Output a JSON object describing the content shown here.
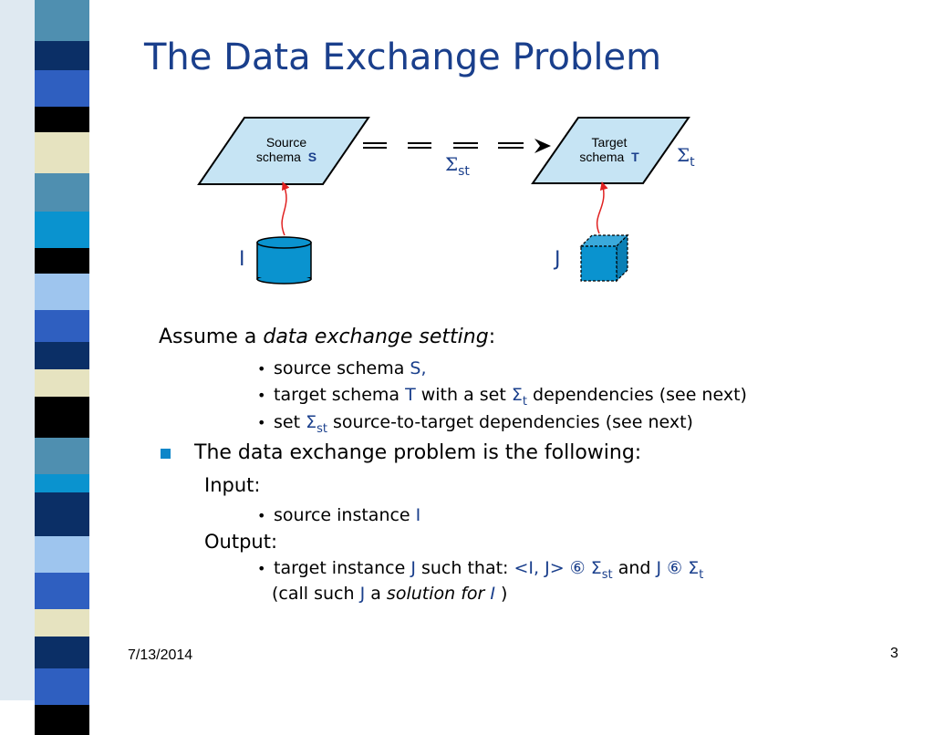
{
  "slide": {
    "title": "The Data Exchange Problem",
    "date": "7/13/2014",
    "page_number": "3"
  },
  "diagram": {
    "source_line1": "Source",
    "source_line2": "schema",
    "source_symbol": "S",
    "target_line1": "Target",
    "target_line2": "schema",
    "target_symbol": "T",
    "sigma_st": "st",
    "sigma_t": "t",
    "instance_i": "I",
    "instance_j": "J"
  },
  "content": {
    "assume_prefix": "Assume a ",
    "assume_italic": "data exchange setting",
    "assume_suffix": ":",
    "b1_text": "source schema ",
    "b1_sym": "S",
    "b1_end": ",",
    "b2_text": "target schema ",
    "b2_sym": "T",
    "b2_mid": " with a set ",
    "b2_sub": "t",
    "b2_end": " dependencies (see next)",
    "b3_text": "set ",
    "b3_sub": "st",
    "b3_end": " source-to-target dependencies (see next)",
    "problem": "The data exchange problem is the following:",
    "input_label": "Input:",
    "input_item_text": "source instance ",
    "input_item_sym": "I",
    "output_label": "Output:",
    "out_text": "target instance ",
    "out_sym_j": "J",
    "out_such": " such that:   ",
    "out_pair": "<I, J>",
    "out_mod1": " ⑥ ",
    "out_sub1": "st",
    "out_and": " and ",
    "out_j2": "J",
    "out_mod2": " ⑥ ",
    "out_sub2": "t",
    "call_prefix": "(call such ",
    "call_j": "J",
    "call_a": " a ",
    "call_italic": "solution for ",
    "call_i": "I",
    "call_end": " )"
  },
  "colors": {
    "title": "#1a3f8c",
    "shape_fill": "#c6e4f4",
    "instance_fill": "#0a93cf",
    "arrow": "#e02020",
    "bullet": "#0c86c9"
  }
}
